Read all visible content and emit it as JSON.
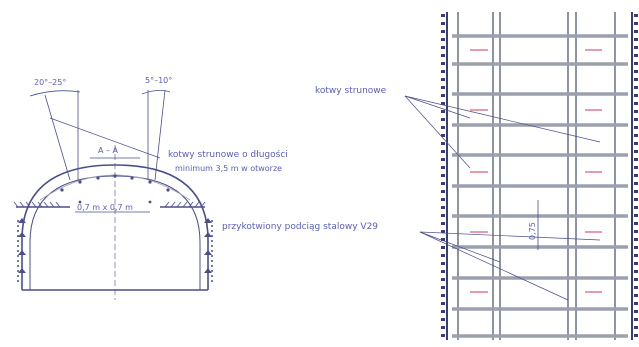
{
  "labels": {
    "angle_left": "20°–25°",
    "angle_right": "5°–10°",
    "section": "A – A",
    "anchors_length_line1": "kotwy strunowe o długości",
    "anchors_length_line2": "minimum 3,5 m w otworze",
    "spacing": "0,7 m x 0,7 m",
    "anchors_right": "kotwy strunowe",
    "support": "przykotwiony podciąg stalowy V29",
    "dimension": "0,75"
  },
  "colors": {
    "line": "#4a4f8c",
    "annotation": "#5a5fb8",
    "rail": "#8f95a0",
    "rung": "#9aa0ad",
    "accent": "#d8627a"
  }
}
